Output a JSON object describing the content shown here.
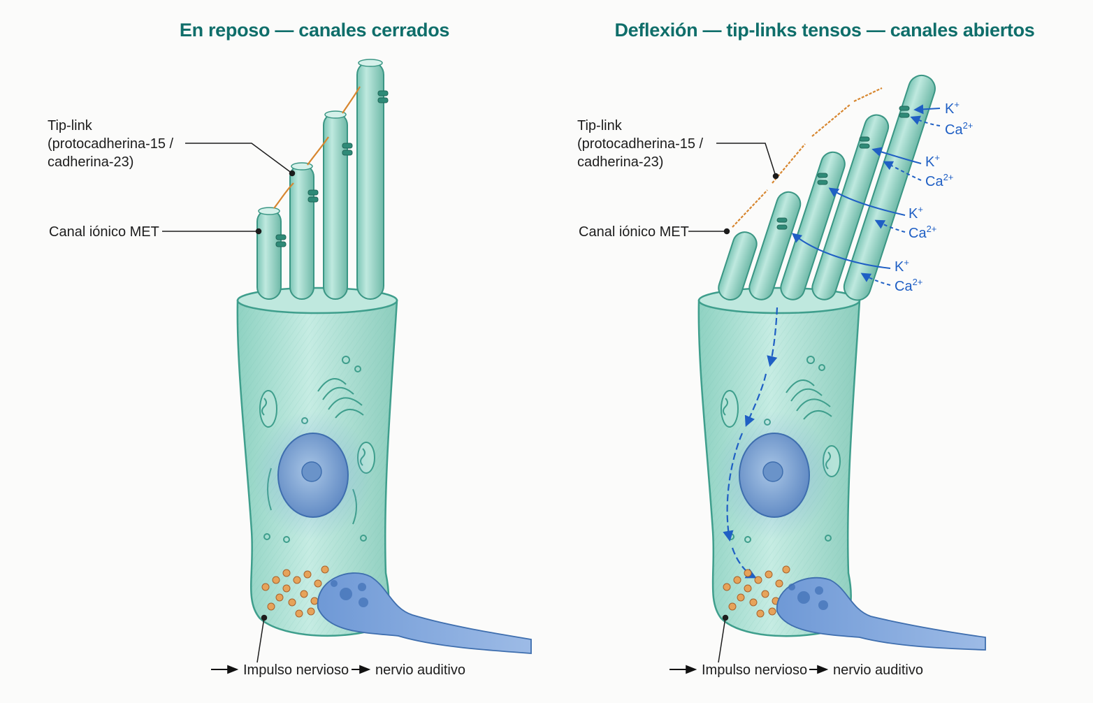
{
  "panels": [
    {
      "title": "En reposo — canales cerrados",
      "tip_link_label": [
        "Tip-link",
        "(protocadherina-15 /",
        "cadherina-23)"
      ],
      "met_label": "Canal iónico MET",
      "output_label": {
        "part1": "Impulso nervioso",
        "part2": "nervio auditivo"
      }
    },
    {
      "title": "Deflexión — tip-links tensos — canales abiertos",
      "tip_link_label": [
        "Tip-link",
        "(protocadherina-15 /",
        "cadherina-23)"
      ],
      "met_label": "Canal iónico MET",
      "output_label": {
        "part1": "Impulso nervioso",
        "part2": "nervio auditivo"
      },
      "ions": [
        {
          "k": "K",
          "k_sup": "+",
          "ca": "Ca",
          "ca_sup": "2+"
        },
        {
          "k": "K",
          "k_sup": "+",
          "ca": "Ca",
          "ca_sup": "2+"
        },
        {
          "k": "K",
          "k_sup": "+",
          "ca": "Ca",
          "ca_sup": "2+"
        },
        {
          "k": "K",
          "k_sup": "+",
          "ca": "Ca",
          "ca_sup": "2+"
        }
      ]
    }
  ],
  "colors": {
    "cell_fill": "#a9ddd0",
    "cell_stroke": "#3e9e8c",
    "tip_link": "#d7862f",
    "nerve": "#4f7fc6",
    "ion_arrow": "#1f5fc4",
    "vesicle": "#d18a3a",
    "title": "#0f6e6a"
  },
  "icons": [
    "arrow-right-icon",
    "ion-arrow-icon"
  ]
}
